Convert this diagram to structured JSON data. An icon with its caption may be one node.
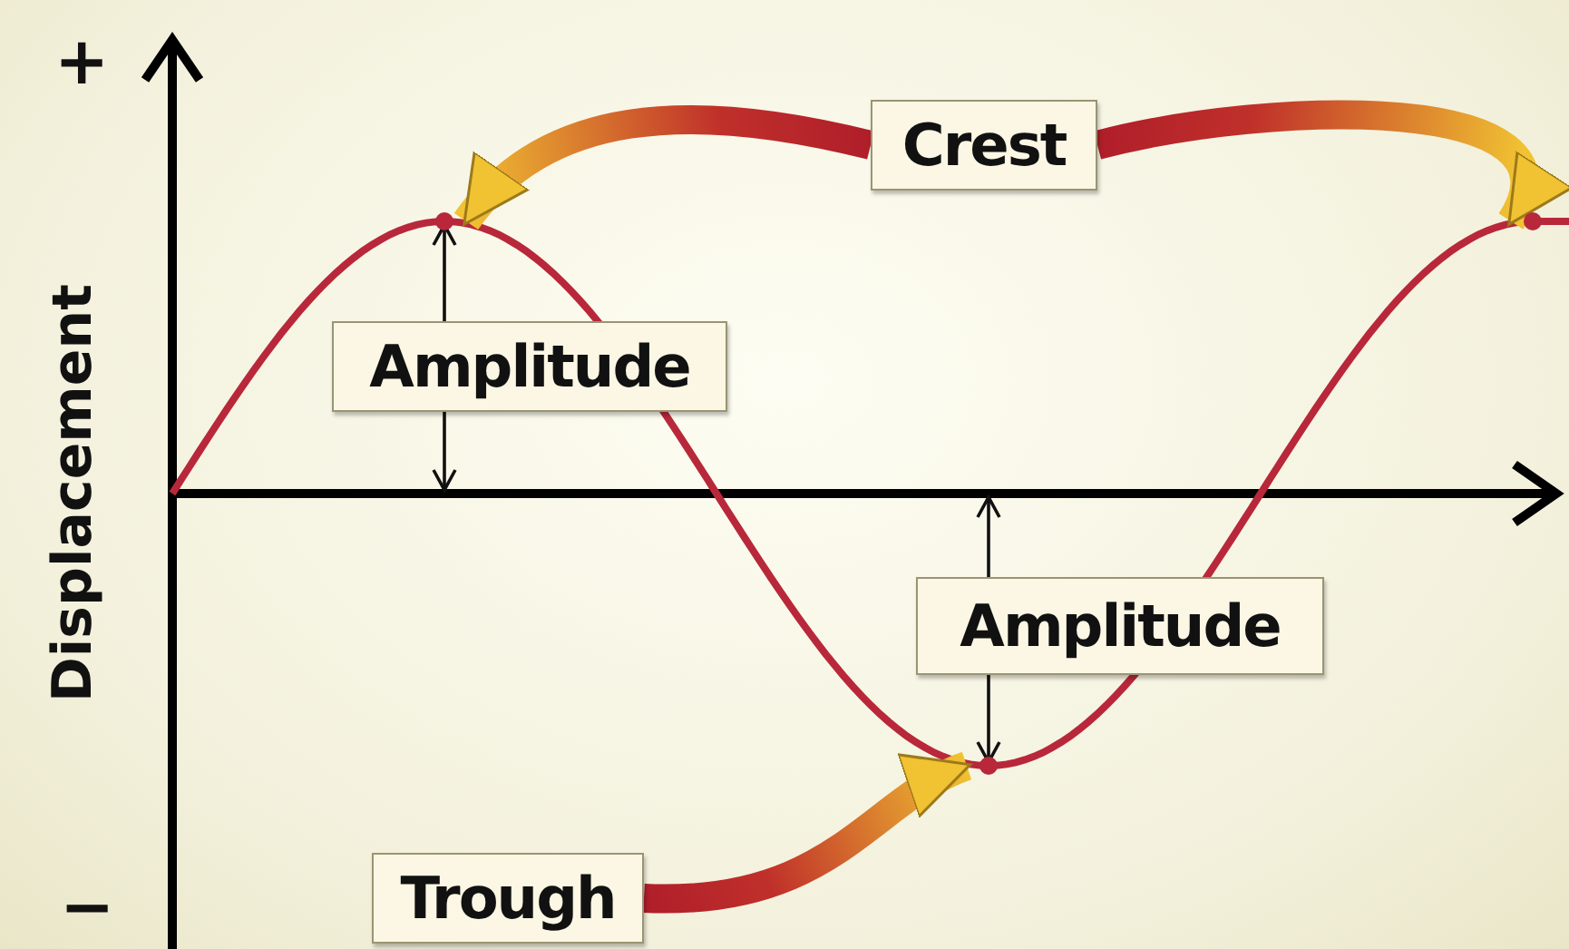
{
  "diagram": {
    "nodes": [
      {
        "text": [
          "Crest"
        ]
      },
      {
        "text": [],
        "shape": "point"
      },
      {
        "text": [],
        "shape": "point"
      },
      {
        "text": [
          "Amplitude"
        ]
      },
      {
        "text": [
          "Amplitude"
        ]
      },
      {
        "text": [
          "Trough"
        ]
      },
      {
        "text": [],
        "shape": "point"
      }
    ],
    "edges": [
      {
        "from": 0,
        "to": 1,
        "arrow": "to",
        "style": "thick"
      },
      {
        "from": 0,
        "to": 2,
        "arrow": "to",
        "style": "thick"
      },
      {
        "from": 5,
        "to": 6,
        "arrow": "to",
        "style": "thick"
      }
    ],
    "labels": [
      "+",
      "Displacement",
      "−"
    ]
  }
}
